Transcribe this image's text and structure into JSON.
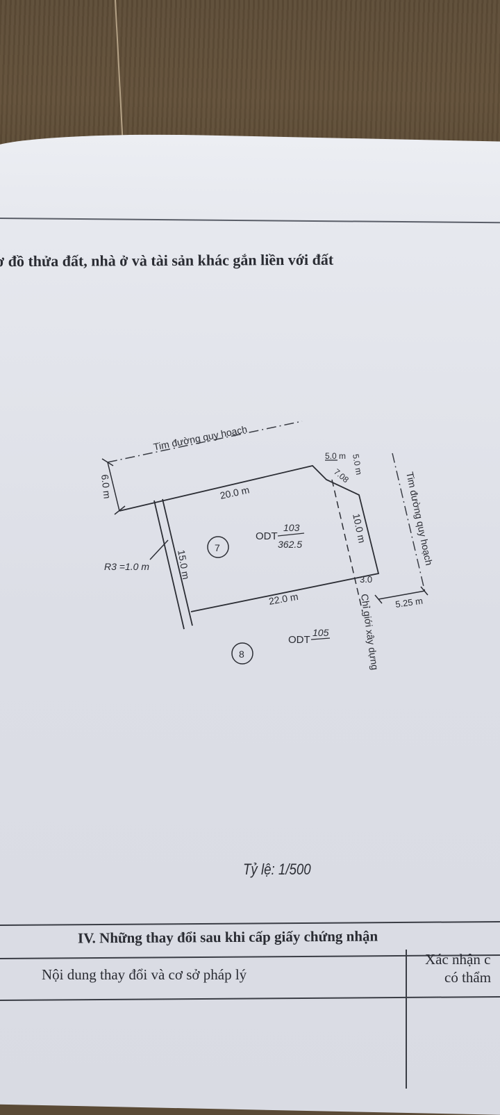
{
  "document": {
    "section_title": "ơ đồ thửa đất, nhà ở và tài sản khác gắn liền với đất",
    "scale_label": "Tỷ lệ: 1/500",
    "changes_section": {
      "title": "IV. Những thay đổi sau khi cấp giấy chứng nhận",
      "columns": [
        "Nội dung thay đổi và cơ sở pháp lý",
        "Xác nhận c",
        "có thẩm"
      ]
    }
  },
  "diagram": {
    "road_label_top": "Tim đường quy hoạch",
    "road_label_right": "Tim đường quy hoạch",
    "setback_label": "Chỉ giới xây dựng",
    "corner_radius_label": "R3 =1.0 m",
    "dimensions": {
      "road_offset_left": "6.0 m",
      "top_edge": "20.0 m",
      "left_edge": "15.0 m",
      "bottom_edge": "22.0 m",
      "right_edge": "10.0 m",
      "chamfer_h": "5.0 m",
      "chamfer_v": "5.0 m",
      "chamfer_diag": "7.08",
      "setback_offset": "3.0",
      "road_offset_right": "5.25 m"
    },
    "parcels": [
      {
        "number": "7",
        "land_type": "ODT",
        "parcel_id": "103",
        "area": "362.5"
      },
      {
        "number": "8",
        "land_type": "ODT",
        "parcel_id": "105"
      }
    ]
  }
}
